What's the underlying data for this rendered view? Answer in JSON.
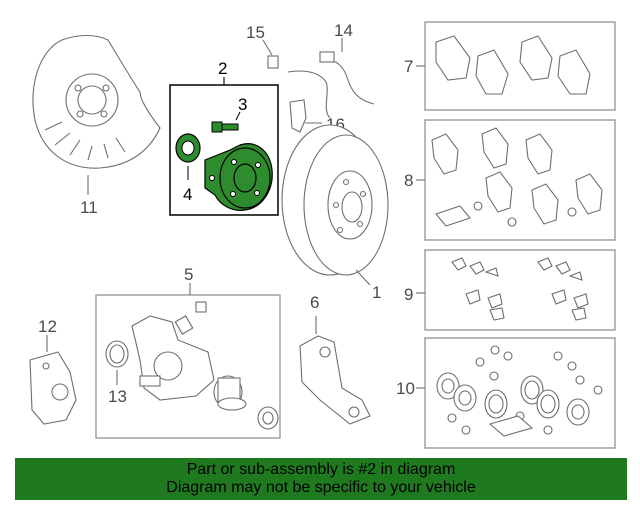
{
  "callouts": {
    "c1": "1",
    "c2": "2",
    "c3": "3",
    "c4": "4",
    "c5": "5",
    "c6": "6",
    "c7": "7",
    "c8": "8",
    "c9": "9",
    "c10": "10",
    "c11": "11",
    "c12": "12",
    "c13": "13",
    "c14": "14",
    "c15": "15",
    "c16": "16"
  },
  "highlight_color": "#2e8b2e",
  "banner": {
    "line1": "Part or sub-assembly is #2 in diagram",
    "line2": "Diagram may not be specific to your vehicle",
    "background": "#1f7a1f"
  }
}
